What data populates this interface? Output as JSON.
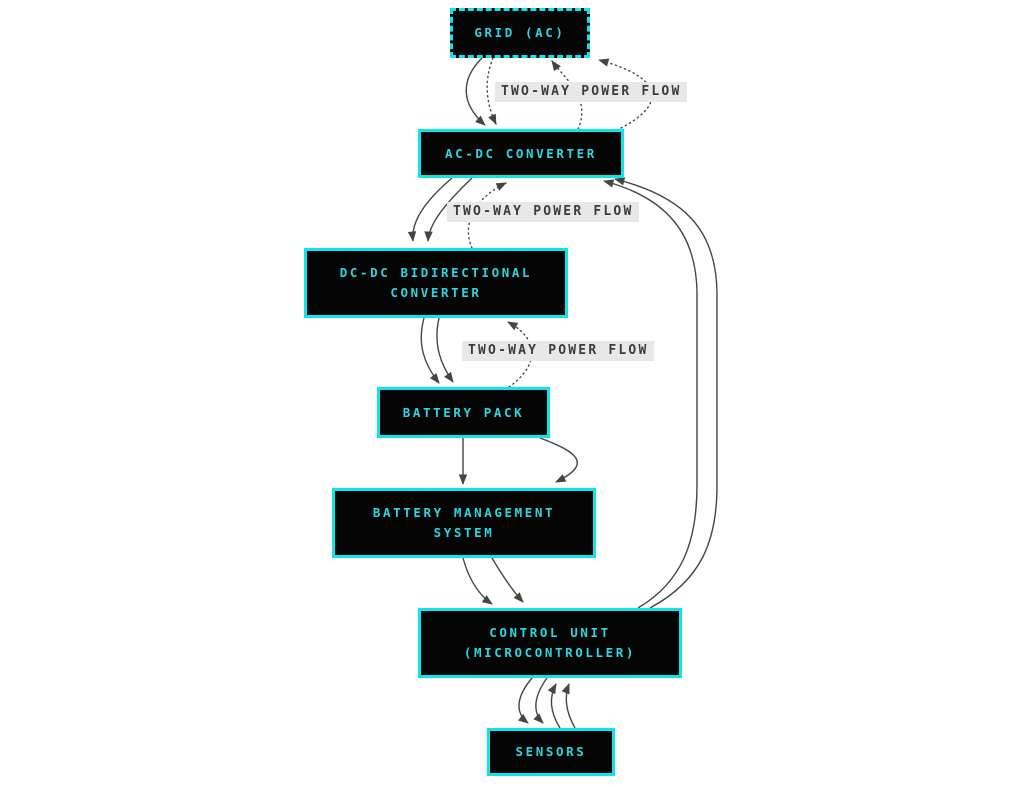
{
  "diagram": {
    "type": "flowchart",
    "nodes": {
      "grid": {
        "label": "GRID (AC)"
      },
      "acdc": {
        "label": "AC-DC CONVERTER"
      },
      "dcdc": {
        "label_line1": "DC-DC BIDIRECTIONAL",
        "label_line2": "CONVERTER"
      },
      "battery": {
        "label": "BATTERY PACK"
      },
      "bms": {
        "label_line1": "BATTERY MANAGEMENT",
        "label_line2": "SYSTEM"
      },
      "control": {
        "label_line1": "CONTROL UNIT",
        "label_line2": "(MICROCONTROLLER)"
      },
      "sensors": {
        "label": "SENSORS"
      }
    },
    "edge_labels": [
      "TWO-WAY POWER FLOW",
      "TWO-WAY POWER FLOW",
      "TWO-WAY POWER FLOW"
    ],
    "edges": [
      {
        "from": "grid",
        "to": "acdc",
        "style": "solid"
      },
      {
        "from": "grid",
        "to": "acdc",
        "style": "dotted"
      },
      {
        "from": "acdc",
        "to": "grid",
        "style": "dotted",
        "label": "TWO-WAY POWER FLOW"
      },
      {
        "from": "acdc",
        "to": "grid",
        "style": "dotted"
      },
      {
        "from": "acdc",
        "to": "dcdc",
        "style": "solid"
      },
      {
        "from": "acdc",
        "to": "dcdc",
        "style": "solid"
      },
      {
        "from": "dcdc",
        "to": "acdc",
        "style": "dotted",
        "label": "TWO-WAY POWER FLOW"
      },
      {
        "from": "dcdc",
        "to": "battery",
        "style": "solid"
      },
      {
        "from": "dcdc",
        "to": "battery",
        "style": "solid"
      },
      {
        "from": "battery",
        "to": "dcdc",
        "style": "dotted",
        "label": "TWO-WAY POWER FLOW"
      },
      {
        "from": "battery",
        "to": "bms",
        "style": "solid"
      },
      {
        "from": "battery",
        "to": "bms",
        "style": "solid"
      },
      {
        "from": "bms",
        "to": "control",
        "style": "solid"
      },
      {
        "from": "bms",
        "to": "control",
        "style": "solid"
      },
      {
        "from": "control",
        "to": "acdc",
        "style": "solid"
      },
      {
        "from": "control",
        "to": "acdc",
        "style": "solid"
      },
      {
        "from": "control",
        "to": "sensors",
        "style": "solid"
      },
      {
        "from": "control",
        "to": "sensors",
        "style": "solid"
      },
      {
        "from": "sensors",
        "to": "control",
        "style": "solid"
      },
      {
        "from": "sensors",
        "to": "control",
        "style": "solid"
      }
    ],
    "colors": {
      "canvas": "#ffffff",
      "node_bg": "#050505",
      "node_border": "#0be6ec",
      "node_text": "#29d6e2",
      "edge": "#454545",
      "edge_label_bg": "#e8e8e8",
      "edge_label_text": "#3c3c3c"
    }
  }
}
